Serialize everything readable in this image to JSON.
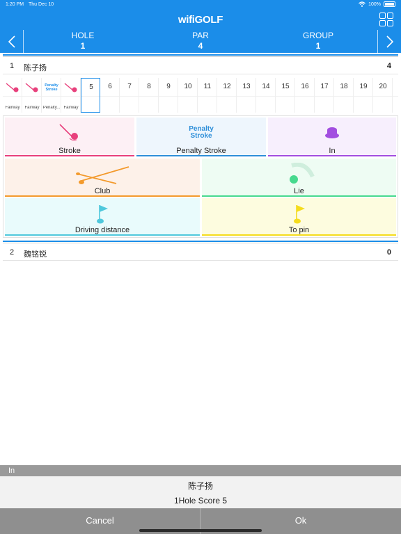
{
  "status_bar": {
    "time": "1:20 PM",
    "date": "Thu Dec 10",
    "battery": "100%"
  },
  "app": {
    "title": "wifiGOLF",
    "menu_icon": "grid-icon"
  },
  "nav": {
    "prev_icon": "chevron-left-icon",
    "next_icon": "chevron-right-icon",
    "hole": {
      "label": "HOLE",
      "value": "1"
    },
    "par": {
      "label": "PAR",
      "value": "4"
    },
    "group": {
      "label": "GROUP",
      "value": "1"
    }
  },
  "players": [
    {
      "num": "1",
      "name": "陈子扬",
      "score": "4"
    },
    {
      "num": "2",
      "name": "魏铭锐",
      "score": "0"
    }
  ],
  "stroke_cells": [
    {
      "icon": "stroke-icon",
      "label": "Fairway"
    },
    {
      "icon": "stroke-icon",
      "label": "Fairway"
    },
    {
      "icon": "penalty-stroke-icon",
      "text": "Penalty Stroke",
      "label": "Penalty..."
    },
    {
      "icon": "stroke-icon",
      "label": "Fairway"
    }
  ],
  "stroke_numbers": [
    "5",
    "6",
    "7",
    "8",
    "9",
    "10",
    "11",
    "12",
    "13",
    "14",
    "15",
    "16",
    "17",
    "18",
    "19",
    "20"
  ],
  "options": {
    "stroke": "Stroke",
    "penalty_stroke": "Penalty Stroke",
    "penalty_icon_text": "Penalty Stroke",
    "in": "In",
    "club": "Club",
    "lie": "Lie",
    "driving_distance": "Driving distance",
    "to_pin": "To pin"
  },
  "colors": {
    "accent": "#1b8de9",
    "stroke": "#e8407c",
    "penalty": "#2e8fd9",
    "in": "#a24ee0",
    "club": "#f39a2c",
    "lie": "#47d98e",
    "driving": "#4fc8dc",
    "to_pin": "#f5dc1c"
  },
  "bottom": {
    "header": "In",
    "player": "陈子扬",
    "summary": "1Hole Score 5",
    "cancel": "Cancel",
    "ok": "Ok"
  }
}
